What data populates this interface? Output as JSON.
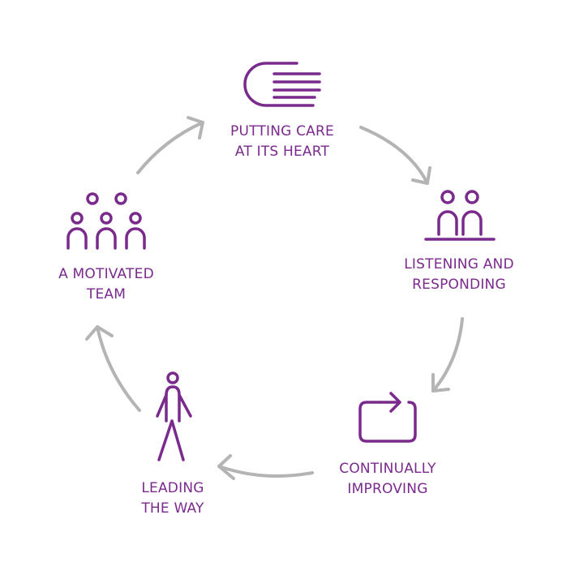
{
  "colors": {
    "accent": "#7a2a8c",
    "arrow": "#b4b4b4",
    "background": "#ffffff"
  },
  "nodes": [
    {
      "id": "care",
      "icon": "open-hand-icon",
      "label_lines": [
        "PUTTING CARE",
        "AT ITS HEART"
      ]
    },
    {
      "id": "listening",
      "icon": "two-people-at-table-icon",
      "label_lines": [
        "LISTENING AND",
        "RESPONDING"
      ]
    },
    {
      "id": "improving",
      "icon": "repeat-arrow-icon",
      "label_lines": [
        "CONTINUALLY",
        "IMPROVING"
      ]
    },
    {
      "id": "leading",
      "icon": "walking-person-icon",
      "label_lines": [
        "LEADING",
        "THE WAY"
      ]
    },
    {
      "id": "team",
      "icon": "group-of-people-icon",
      "label_lines": [
        "A MOTIVATED",
        "TEAM"
      ]
    }
  ]
}
